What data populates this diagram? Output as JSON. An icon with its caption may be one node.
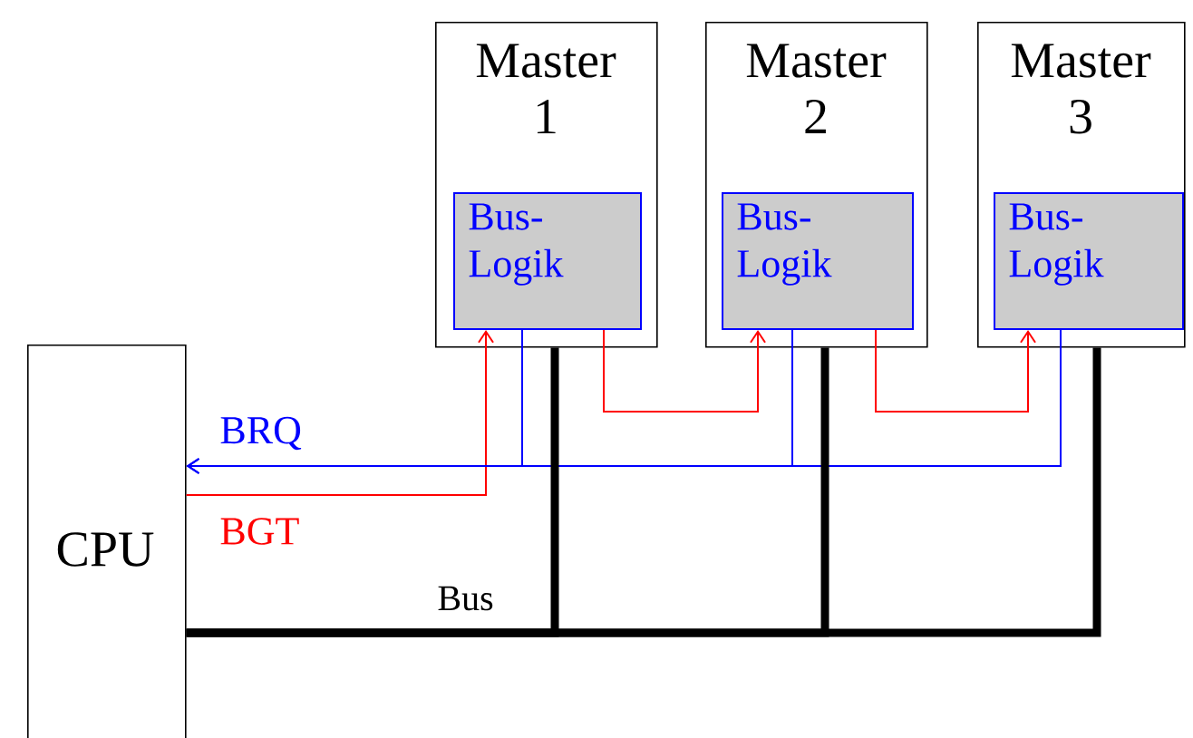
{
  "diagram": {
    "nodes": [
      {
        "text": [
          "Master 1"
        ]
      },
      {
        "text": [
          "Bus- Logik"
        ],
        "in": 0
      },
      {
        "text": [
          "Master 2"
        ]
      },
      {
        "text": [
          "Bus- Logik"
        ],
        "in": 2
      },
      {
        "text": [
          "Master 3"
        ]
      },
      {
        "text": [
          "Bus- Logik"
        ],
        "in": 4
      },
      {
        "text": [
          "CPU"
        ]
      }
    ],
    "edges": [
      {
        "from": 6,
        "to": 1,
        "arrow": "to",
        "color": "#ff0000",
        "label": "BGT"
      },
      {
        "from": 1,
        "to": 3,
        "arrow": "to",
        "color": "#ff0000"
      },
      {
        "from": 3,
        "to": 5,
        "arrow": "to",
        "color": "#ff0000"
      },
      {
        "from": 1,
        "to": 6,
        "arrow": "to",
        "color": "#0000ff",
        "label": "BRQ"
      },
      {
        "from": 3,
        "to": 6,
        "arrow": "to",
        "color": "#0000ff"
      },
      {
        "from": 5,
        "to": 6,
        "arrow": "to",
        "color": "#0000ff"
      },
      {
        "from": 6,
        "to": 0,
        "arrow": "none",
        "style": "thick",
        "color": "#000000",
        "label": "Bus"
      },
      {
        "from": 6,
        "to": 2,
        "arrow": "none",
        "style": "thick",
        "color": "#000000"
      },
      {
        "from": 6,
        "to": 4,
        "arrow": "none",
        "style": "thick",
        "color": "#000000"
      }
    ]
  }
}
